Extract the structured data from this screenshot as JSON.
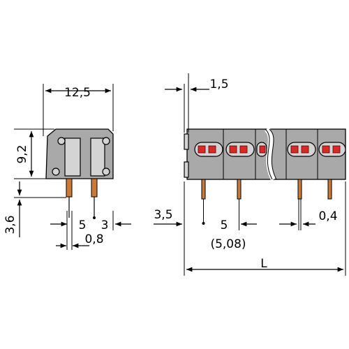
{
  "dimensions": {
    "side_width": "12,5",
    "side_height": "9,2",
    "pin_length": "3,6",
    "pitch_left": "5",
    "offset_right": "3",
    "pin_thickness": "0,8",
    "top_offset": "1,5",
    "front_offset": "3,5",
    "front_pitch": "5",
    "front_pitch_alt": "(5,08)",
    "front_pin_width": "0,4",
    "total_length": "L"
  },
  "colors": {
    "housing": "#a9a9a9",
    "pin": "#c97a3a",
    "led": "#d92a2a"
  }
}
